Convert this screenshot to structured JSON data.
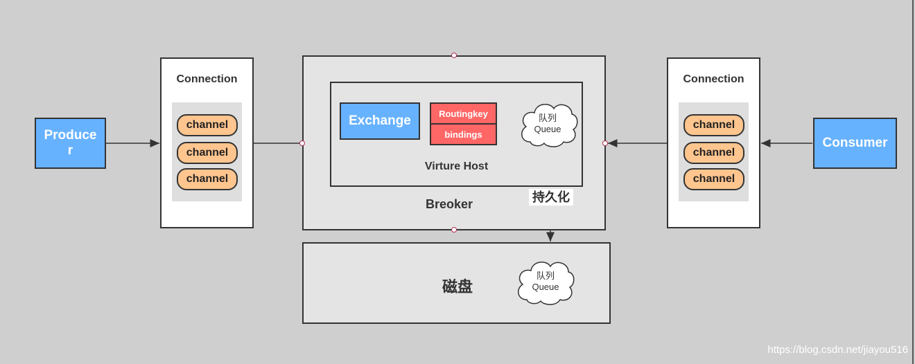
{
  "producer": {
    "label": "Produce\nr"
  },
  "consumer": {
    "label": "Consumer"
  },
  "left_connection": {
    "title": "Connection",
    "channels": [
      "channel",
      "channel",
      "channel"
    ]
  },
  "right_connection": {
    "title": "Connection",
    "channels": [
      "channel",
      "channel",
      "channel"
    ]
  },
  "broker": {
    "label": "Breoker",
    "virtual_host": {
      "label": "Virture Host",
      "exchange": "Exchange",
      "routingkey": "Routingkey",
      "bindings": "bindings",
      "queue": {
        "line1": "队列",
        "line2": "Queue"
      }
    }
  },
  "persist_label": "持久化",
  "disk": {
    "label": "磁盘",
    "queue": {
      "line1": "队列",
      "line2": "Queue"
    }
  },
  "watermark": "https://blog.csdn.net/jiayou516",
  "colors": {
    "background": "#cfcfcf",
    "blue": "#66b2ff",
    "orange": "#ffc58f",
    "red": "#ff6666"
  }
}
